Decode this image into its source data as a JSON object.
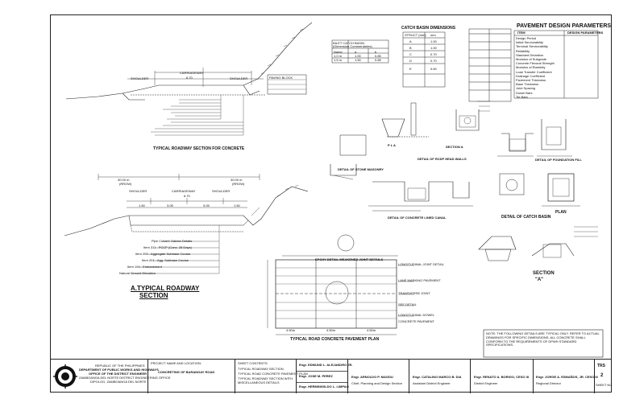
{
  "section_titles": {
    "catch_basin_dimensions": "CATCH BASIN DIMENSIONS",
    "pavement_design_parameters": "PAVEMENT DESIGN PARAMETERS",
    "typical_roadway_section_concrete": "TYPICAL ROADWAY SECTION FOR CONCRETE",
    "typical_roadway_section_a_line1": "A.TYPICAL ROADWAY",
    "typical_roadway_section_a_line2": "SECTION",
    "detail_of_stone_masonry": "DETAIL OF STONE MASONRY",
    "detail_of_rcdp_headwalls": "DETAIL OF RCDP HEAD WALLS",
    "detail_of_concrete_lined_canal": "DETAIL OF CONCRETE LINED CANAL",
    "detail_of_catch_basin": "DETAIL OF  CATCH BASIN",
    "detail_of_foundation": "DETAIL OF FOUNDATION FILL",
    "plan": "PLAN",
    "plan_a": "P L A",
    "section_a_small": "SECTION  A",
    "section_a": "SECTION",
    "section_a_letter": "\"A\"",
    "typical_road_concrete_pavement_plan": "TYPICAL ROAD CONCRETE PAVEMENT PLAN",
    "detail_weakened_joint": "EPOXY DETAIL WEAKENED JOINT DETAILS"
  },
  "roadway_labels": {
    "carriageway": "CARRIAGEWAY",
    "shoulder_left": "SHOULDER",
    "shoulder_right": "SHOULDER",
    "width_left": "30.00 m",
    "width_right": "30.00 m",
    "width_left_sub": "(RROW)",
    "width_right_sub": "(RROW)",
    "dim_center": "6.70",
    "dim_1": "1.50",
    "dim_2": "3.05",
    "dim_3": "3.05",
    "dim_4": "1.50",
    "paving_note": "PAVING BLOCK",
    "l1": "Pipe Culvert: Gabion Details",
    "l2": "Item 311 - PCCP (Conc. 28 Days)",
    "l3": "Item 200 - Aggregate Subbase Course",
    "l4": "Item 201 - Agg. Subbase Course",
    "l5": "Item 104 - Embankment",
    "l6": "Natural Ground Elevation"
  },
  "catch_basin_table": {
    "header": [
      "STRUCT (mm)",
      "mm"
    ],
    "rows": [
      [
        "A",
        "1.00"
      ],
      [
        "B",
        "1.00"
      ],
      [
        "C",
        "0.70"
      ],
      [
        "D",
        "0.70"
      ],
      [
        "E",
        "0.60"
      ]
    ]
  },
  "inlet_table": {
    "title": "INLET CATCH BASIN",
    "subtitle": "(Dimension Commentaries)",
    "header": [
      "Name",
      "a",
      "b"
    ],
    "rows": [
      [
        "1.0 m",
        "1.00",
        "0.85"
      ],
      [
        "1.5 m",
        "1.50",
        "0.85"
      ]
    ]
  },
  "pavement_table": {
    "header": [
      "ITEM",
      "DESIGN PARAMETERS"
    ],
    "rows": [
      "Design Period",
      "Initial Serviceability",
      "Terminal Serviceability",
      "Reliability",
      "Standard Deviation",
      "Modulus of Subgrade",
      "Concrete Flexural Strength",
      "Modulus of Elasticity",
      "Load Transfer Coefficient",
      "Drainage Coefficient",
      "Pavement Thickness",
      "Base Thickness",
      "Joint Spacing",
      "Dowel Bars",
      "Tie Bars"
    ]
  },
  "pavement_plan": {
    "d1": "4.50m",
    "d2": "4.50m",
    "d3": "4.50m",
    "note1": "LONGITUDINAL JOINT DETAIL",
    "note2": "LANE MARKING PAVEMENT",
    "note3": "TRANSVERSE JOINT",
    "note4": "SEE DETAIL",
    "note5": "LONGITUDINAL DOWEL",
    "note6": "CONCRETE PAVEMENT"
  },
  "note_box": {
    "text": "NOTE: THE FOLLOWING DETAILS ARE TYPICAL ONLY. REFER TO ACTUAL DRAWINGS FOR SPECIFIC DIMENSIONS. ALL CONCRETE SHALL CONFORM TO THE REQUIREMENTS OF DPWH STANDARD SPECIFICATIONS."
  },
  "title_block": {
    "agency_line1": "REPUBLIC OF THE PHILIPPINES",
    "agency_line2": "DEPARTMENT OF PUBLIC WORKS AND HIGHWAYS",
    "agency_line3": "OFFICE OF THE DISTRICT ENGINEER",
    "agency_line4": "ZAMBOANGA DEL NORTE DISTRICT ENGINEERING OFFICE",
    "agency_line5": "DIPOLOG, ZAMBOANGA DEL NORTE",
    "project_label": "PROJECT NAME AND LOCATION:",
    "project_name": "CONCRETING OF BARANGAY ROAD",
    "sheet_contents_label": "SHEET CONTENTS:",
    "sheet_contents": [
      "TYPICAL ROADWAY SECTION",
      "TYPICAL ROAD CONCRETE PAVEMENT PLAN",
      "TYPICAL ROADWAY SECTION WITH MISCELLANEOUS DETAILS"
    ],
    "prepared_1": "Engr. EDMUND L. ALEJANDRO JR.",
    "prepared_2": "Engr. JOSE M. PEREZ",
    "prepared_3": "Engr. HERMINIGILDO L. LIMPAO",
    "checked": "Engr. ARNOLDO P. MAGDU",
    "reviewed": "Engr. CATALINO MARCO B. DIA",
    "recommended": "Engr. RENATO A. BORIGO, CESO III",
    "approved": "Engr. JORGE A. ESMAÑOS, JR. CESO III",
    "role_1": "Chief, Planning and Design Section",
    "role_2": "Assistant District Engineer",
    "role_3": "District Engineer",
    "role_4": "Regional Director",
    "sheet_label": "SHEET NO.",
    "sheet_code": "TRS",
    "sheet_no": "2"
  }
}
